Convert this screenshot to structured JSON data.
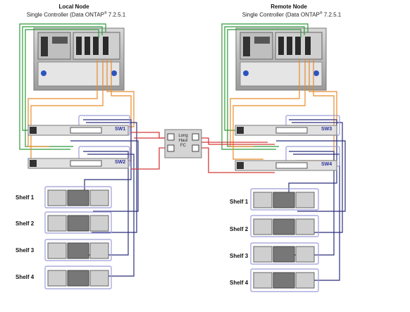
{
  "local": {
    "title": "Local Node",
    "subtitle_prefix": "Single Controller (Data ONTAP",
    "subtitle_reg": "®",
    "subtitle_version": " 7.2.5.1",
    "switches": [
      "SW1",
      "SW2"
    ],
    "shelves": [
      "Shelf 1",
      "Shelf 2",
      "Shelf 3",
      "Shelf 4"
    ]
  },
  "remote": {
    "title": "Remote Node",
    "subtitle_prefix": "Single Controller (Data ONTAP",
    "subtitle_reg": "®",
    "subtitle_version": " 7.2.5.1",
    "switches": [
      "SW3",
      "SW4"
    ],
    "shelves": [
      "Shelf 1",
      "Shelf 2",
      "Shelf 3",
      "Shelf 4"
    ]
  },
  "long_haul": {
    "line1": "Long",
    "line2": "Haul",
    "line3": "FC"
  },
  "colors": {
    "green": "#2e9a3a",
    "orange": "#e88a2a",
    "navy": "#2a2f7c",
    "red": "#d43a3a",
    "lavender": "#9c9cd8"
  }
}
